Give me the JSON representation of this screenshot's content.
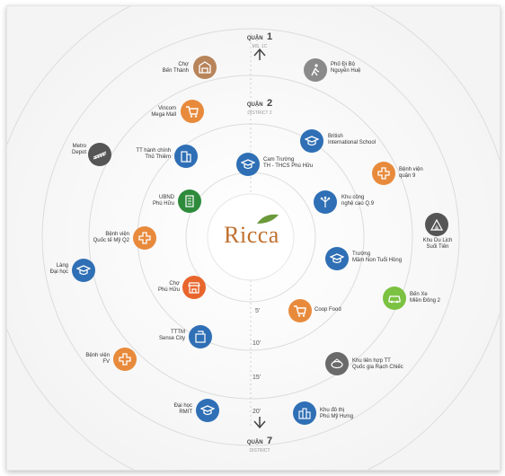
{
  "center": {
    "logo": "Ricca"
  },
  "districts": {
    "d1": {
      "label": "QUẬN",
      "num": "1",
      "sub": "MS. 1C"
    },
    "d2": {
      "label": "QUẬN",
      "num": "2",
      "sub": "DISTRICT 2"
    },
    "d7": {
      "label": "QUẬN",
      "num": "7",
      "sub": "DISTRICT"
    }
  },
  "rings": {
    "r5": "5'",
    "r10": "10'",
    "r15": "15'",
    "r20": "20'"
  },
  "pois": {
    "cho_ben_thanh": {
      "line1": "Chợ",
      "line2": "Bến Thành"
    },
    "pho_di_bo": {
      "line1": "Phố Đi Bộ",
      "line2": "Nguyễn Huệ"
    },
    "vincom": {
      "line1": "Vincom",
      "line2": "Mega Mall"
    },
    "british": {
      "line1": "British",
      "line2": "International School"
    },
    "metro": {
      "line1": "Metro",
      "line2": "Depot"
    },
    "tt_hanh_chinh": {
      "line1": "TT hành chính",
      "line2": "Thủ Thiêm"
    },
    "cam_truong": {
      "line1": "Cam Trường",
      "line2": "TH - THCS Phú Hữu"
    },
    "bv_q9": {
      "line1": "Bệnh viện",
      "line2": "quận 9"
    },
    "ubnd": {
      "line1": "UBND",
      "line2": "Phú Hữu"
    },
    "khu_cong_nghe": {
      "line1": "Khu công",
      "line2": "nghệ cao Q.9"
    },
    "suoi_tien": {
      "line1": "Khu Du Lịch",
      "line2": "Suối Tiên"
    },
    "bv_q2": {
      "line1": "Bệnh viện",
      "line2": "Quốc tế Mỹ Q2"
    },
    "truong_mn": {
      "line1": "Trường",
      "line2": "Mầm Non Tuổi Hồng"
    },
    "lang_dai_hoc": {
      "line1": "Làng",
      "line2": "Đại học"
    },
    "cho_phu_huu": {
      "line1": "Chợ",
      "line2": "Phú Hữu"
    },
    "ben_xe": {
      "line1": "Bến Xe",
      "line2": "Miền Đông 2"
    },
    "coop": {
      "line1": "Coop Food",
      "line2": ""
    },
    "ttth": {
      "line1": "TTTM",
      "line2": "Sense City"
    },
    "bv_fv": {
      "line1": "Bệnh viện",
      "line2": "FV"
    },
    "khu_lien_hop": {
      "line1": "Khu liên hợp TT",
      "line2": "Quốc gia Rạch Chiếc"
    },
    "rmit": {
      "line1": "Đại học",
      "line2": "RMIT"
    },
    "phu_my_hung": {
      "line1": "Khu đô thị",
      "line2": "Phú Mỹ Hưng"
    }
  },
  "colors": {
    "brown": "#b8845a",
    "orange": "#e88a3c",
    "blue": "#2f6fb5",
    "green": "#2e8b3c",
    "lightgreen": "#7cc242",
    "gray": "#8a8a8a",
    "darkgray": "#555555",
    "logo_green": "#6a9a3a",
    "logo_orange": "#d97a2f"
  }
}
